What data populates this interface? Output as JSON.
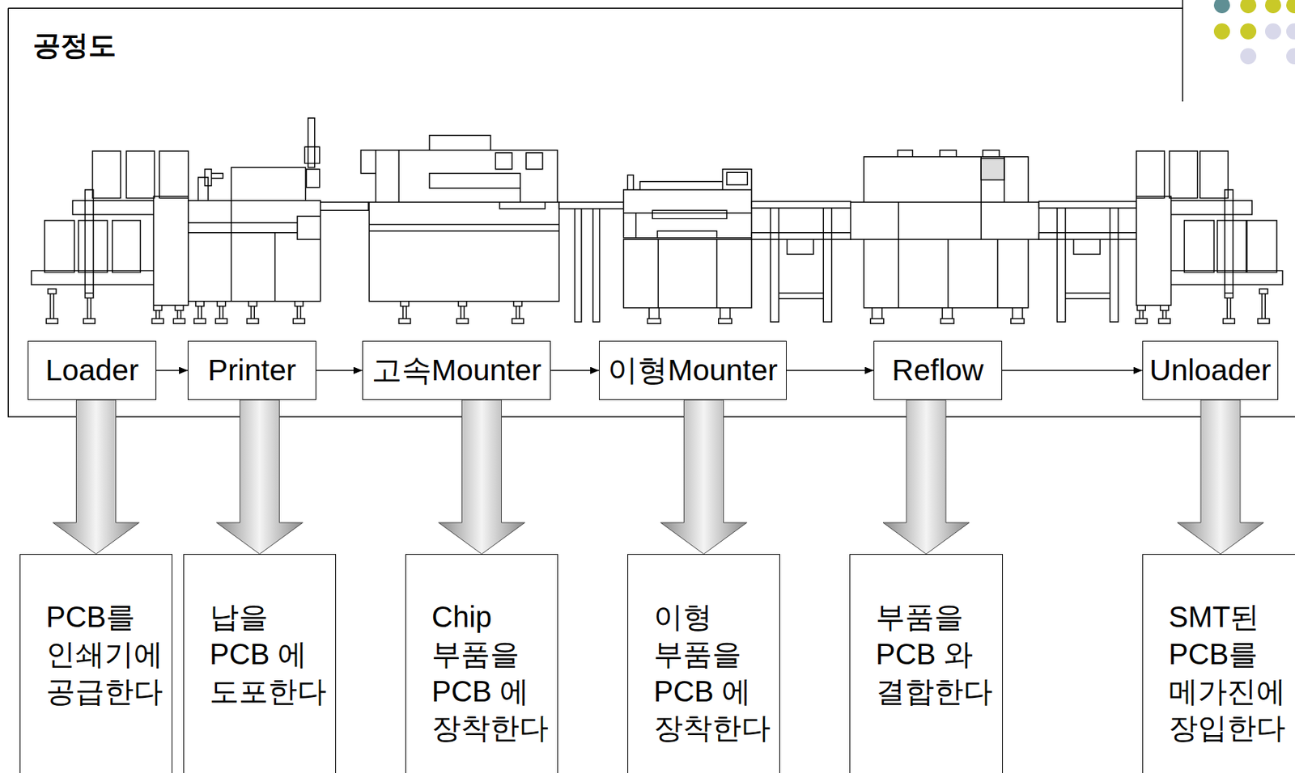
{
  "diagram": {
    "title": "공정도",
    "nodes": [
      {
        "text": [
          "Loader"
        ]
      },
      {
        "text": [
          "Printer"
        ]
      },
      {
        "text": [
          "고속Mounter"
        ]
      },
      {
        "text": [
          "이형Mounter"
        ]
      },
      {
        "text": [
          "Reflow"
        ]
      },
      {
        "text": [
          "Unloader"
        ]
      },
      {
        "text": [
          "PCB를 인쇄기에 공급한다"
        ]
      },
      {
        "text": [
          "납을 PCB 에 도포한다"
        ]
      },
      {
        "text": [
          "Chip 부품을 PCB 에 장착한다"
        ]
      },
      {
        "text": [
          "이형 부품을 PCB 에 장착한다"
        ]
      },
      {
        "text": [
          "부품을 PCB 와 결합한다"
        ]
      },
      {
        "text": [
          "SMT된 PCB를 메가진에 장입한다"
        ]
      }
    ],
    "edges": [
      {
        "from": 0,
        "to": 1,
        "arrow": "to"
      },
      {
        "from": 1,
        "to": 2,
        "arrow": "to"
      },
      {
        "from": 2,
        "to": 3,
        "arrow": "to"
      },
      {
        "from": 3,
        "to": 4,
        "arrow": "to"
      },
      {
        "from": 4,
        "to": 5,
        "arrow": "to"
      },
      {
        "from": 0,
        "to": 6,
        "arrow": "to"
      },
      {
        "from": 1,
        "to": 7,
        "arrow": "to"
      },
      {
        "from": 2,
        "to": 8,
        "arrow": "to"
      },
      {
        "from": 3,
        "to": 9,
        "arrow": "to"
      },
      {
        "from": 4,
        "to": 10,
        "arrow": "to"
      },
      {
        "from": 5,
        "to": 11,
        "arrow": "to"
      }
    ]
  }
}
